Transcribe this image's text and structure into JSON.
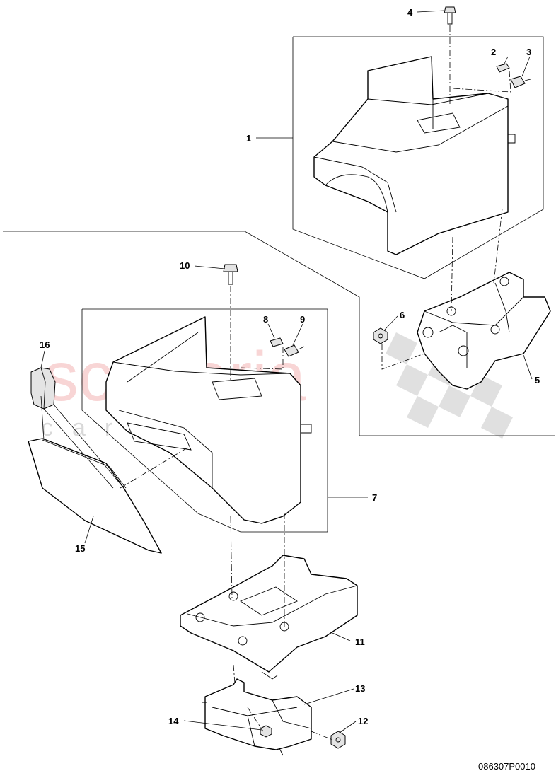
{
  "diagram_ref": "086307P0010",
  "watermark": {
    "brand": "scuderia",
    "sub": "car parts"
  },
  "callouts": [
    "1",
    "2",
    "3",
    "4",
    "5",
    "6",
    "7",
    "8",
    "9",
    "10",
    "11",
    "12",
    "13",
    "14",
    "15",
    "16"
  ]
}
